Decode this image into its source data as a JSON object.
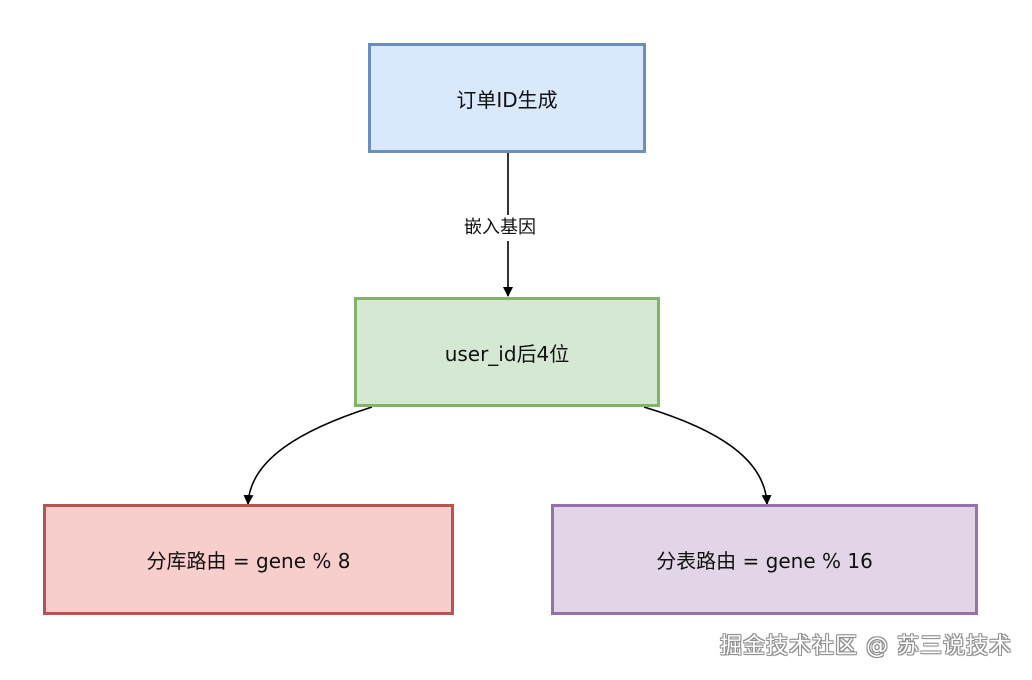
{
  "diagram": {
    "nodes": {
      "order_id": {
        "label": "订单ID生成",
        "fill": "#dae8fc",
        "stroke": "#6c8ebf"
      },
      "user_id": {
        "label": "user_id后4位",
        "fill": "#d5e8d4",
        "stroke": "#82b366"
      },
      "db_route": {
        "label": "分库路由 = gene % 8",
        "fill": "#f8cecc",
        "stroke": "#b85450"
      },
      "table_route": {
        "label": "分表路由 = gene % 16",
        "fill": "#e1d5e7",
        "stroke": "#9673a6"
      }
    },
    "edges": {
      "embed": {
        "label": "嵌入基因"
      }
    },
    "edge_color": "#000000"
  },
  "watermark": {
    "text": "掘金技术社区 @ 苏三说技术"
  }
}
